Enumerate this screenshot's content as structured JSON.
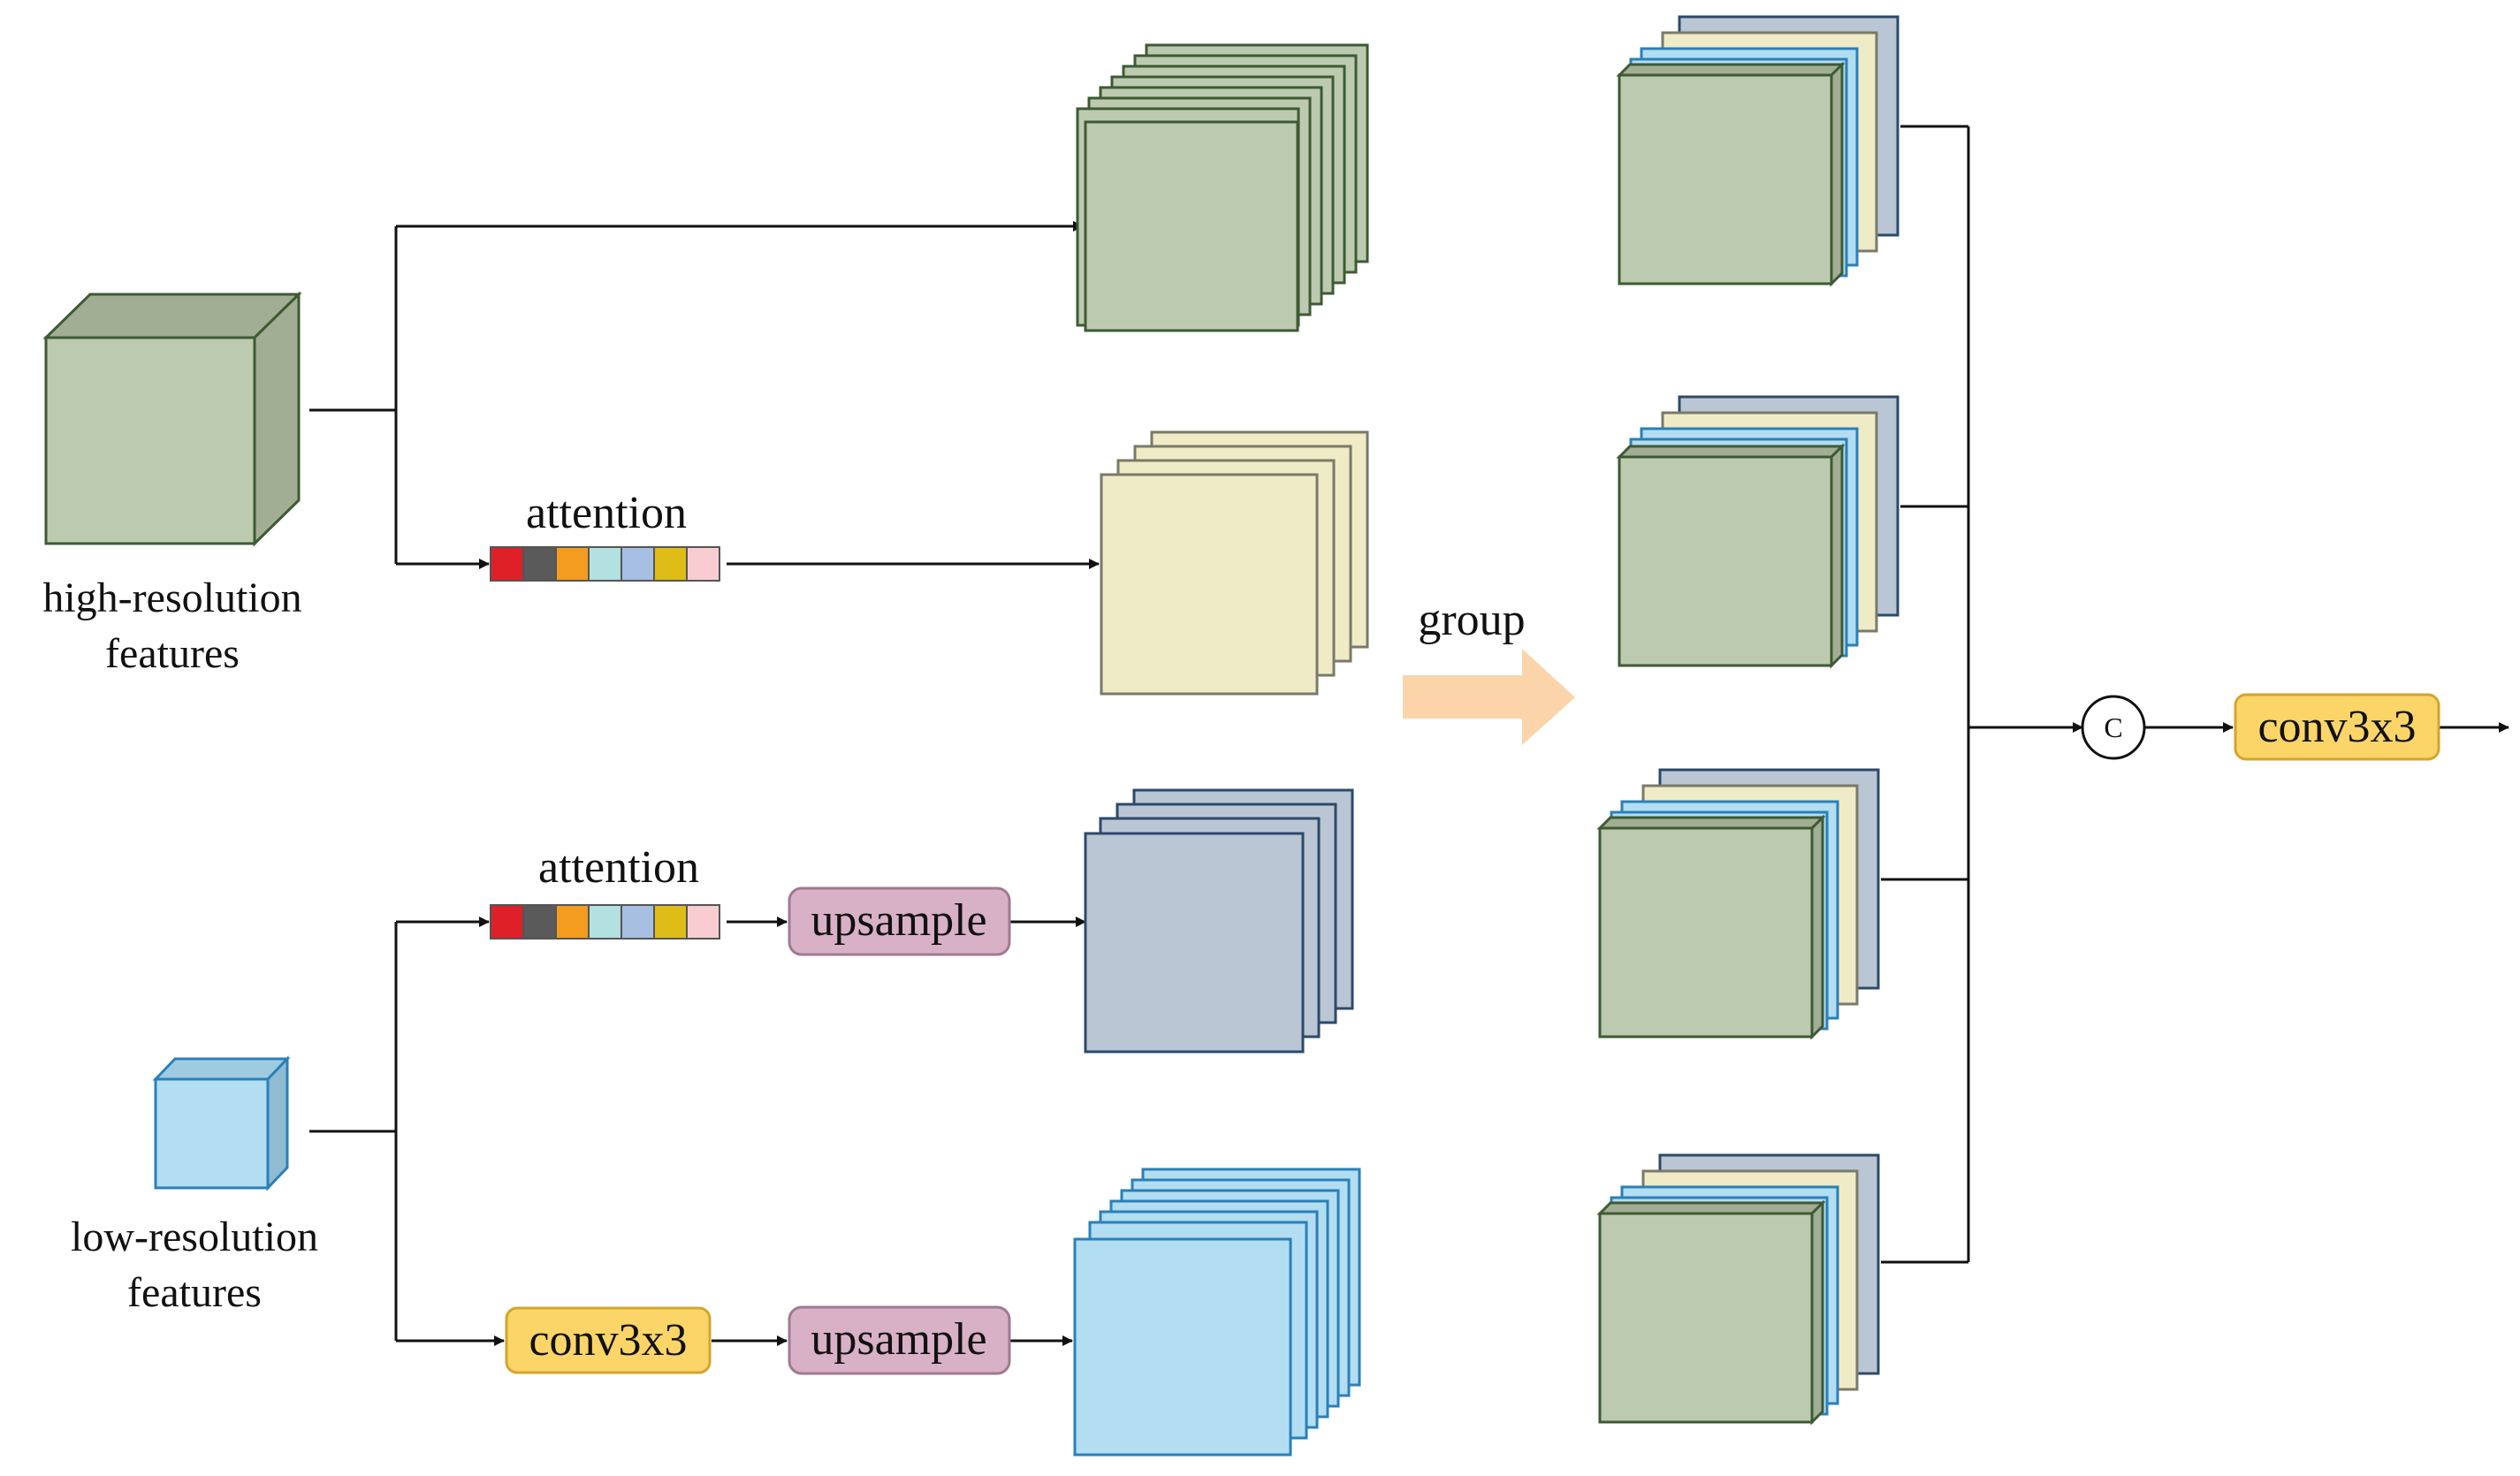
{
  "labels": {
    "high_resolution_line1": "high-resolution",
    "high_resolution_line2": "features",
    "low_resolution_line1": "low-resolution",
    "low_resolution_line2": "features",
    "attention_top": "attention",
    "attention_bottom": "attention",
    "group": "group",
    "concat_symbol": "C"
  },
  "boxes": {
    "upsample_upper": "upsample",
    "upsample_lower": "upsample",
    "conv_lower": "conv3x3",
    "conv_output": "conv3x3"
  },
  "colors": {
    "green_face": "#bccbb0",
    "green_side": "#a1ae93",
    "green_edge": "#3e5a34",
    "yellow_face": "#eeebc6",
    "gray_blue_face": "#bac6d4",
    "gray_blue_edge": "#2c4a6a",
    "light_blue_face": "#b3ddf1",
    "light_blue_edge": "#2a80b9",
    "conv_fill": "#fbd568",
    "conv_edge": "#d2a62c",
    "upsample_fill": "#d8b1c6",
    "upsample_edge": "#a07a90",
    "group_arrow": "#fbd5a9",
    "attention_cells": [
      "#e02029",
      "#5a5a5a",
      "#f39c1f",
      "#b3e0e0",
      "#a7bfe3",
      "#dfbd18",
      "#f7cdd1"
    ]
  }
}
